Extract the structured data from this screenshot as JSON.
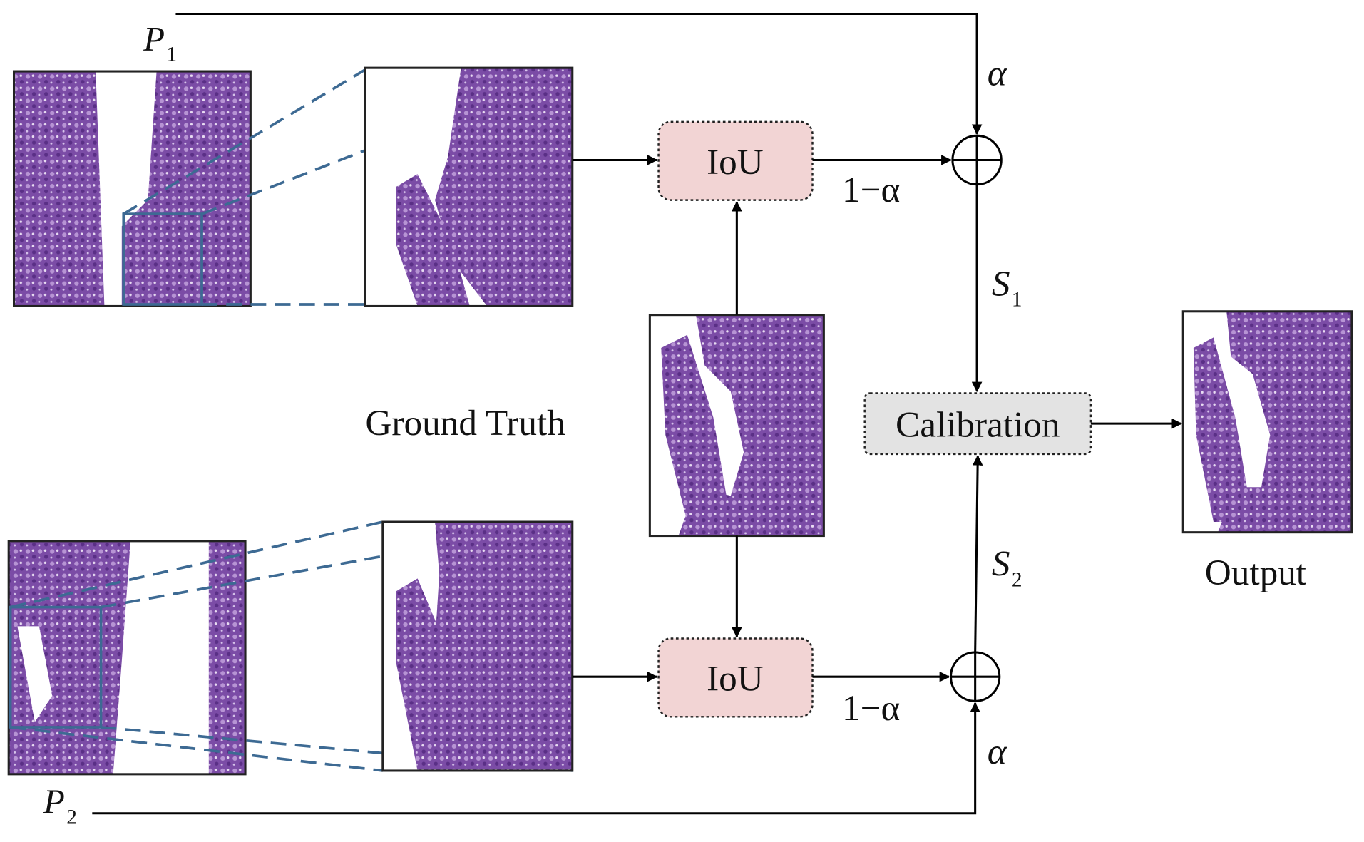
{
  "labels": {
    "p1": "P",
    "p1_sub": "1",
    "p2": "P",
    "p2_sub": "2",
    "iou_top": "IoU",
    "iou_bottom": "IoU",
    "calibration": "Calibration",
    "ground_truth": "Ground Truth",
    "output": "Output",
    "alpha_top": "α",
    "alpha_bottom": "α",
    "one_minus_alpha_top": "1−α",
    "one_minus_alpha_bottom": "1−α",
    "s1": "S",
    "s1_sub": "1",
    "s2": "S",
    "s2_sub": "2"
  },
  "colors": {
    "iou_fill": "#f2d4d4",
    "calibration_fill": "#e3e3e3",
    "zoom_line": "#3d6a93",
    "tissue": "#7a4aa8"
  }
}
